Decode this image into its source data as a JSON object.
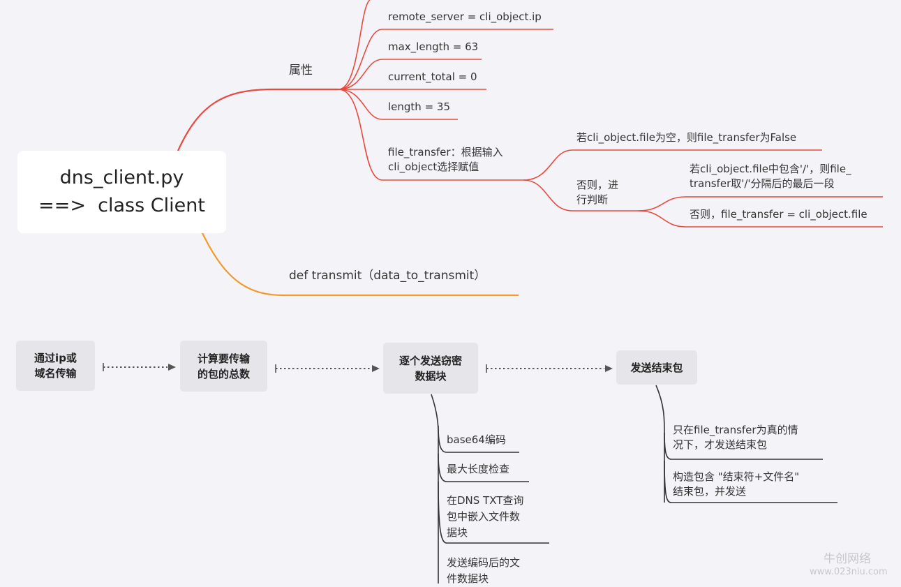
{
  "root": {
    "line1": "dns_client.py",
    "line2": "==>  class Client"
  },
  "branch_attrs": {
    "label": "属性"
  },
  "attrs": [
    "remote_server = cli_object.ip",
    "max_length = 63",
    "current_total = 0",
    "length = 35"
  ],
  "file_transfer": {
    "line1": "file_transfer：根据输入",
    "line2": "cli_object选择赋值"
  },
  "ft_children": {
    "empty": "若cli_object.file为空，则file_transfer为False",
    "else_line1": "否则，进",
    "else_line2": "行判断"
  },
  "ft_else_children": {
    "slash_line1": "若cli_object.file中包含'/'，则file_",
    "slash_line2": "transfer取'/'分隔后的最后一段",
    "otherwise": "否则，file_transfer = cli_object.file"
  },
  "branch_transmit": {
    "label": "def transmit（data_to_transmit）"
  },
  "flow": [
    {
      "line1": "通过ip或",
      "line2": "域名传输"
    },
    {
      "line1": "计算要传输",
      "line2": "的包的总数"
    },
    {
      "line1": "逐个发送窃密",
      "line2": "数据块"
    },
    {
      "line1": "发送结束包"
    }
  ],
  "send_chunks_steps": {
    "s1": "base64编码",
    "s2": "最大长度检查",
    "s3_line1": "在DNS TXT查询",
    "s3_line2": "包中嵌入文件数",
    "s3_line3": "据块",
    "s4_line1": "发送编码后的文",
    "s4_line2": "件数据块"
  },
  "end_packet_steps": {
    "e1_line1": "只在file_transfer为真的情",
    "e1_line2": "况下，才发送结束包",
    "e2_line1": "构造包含 \"结束符+文件名\"",
    "e2_line2": "结束包，并发送"
  },
  "watermark": {
    "line1": "牛创网络",
    "line2": "www.023niu.com"
  },
  "colors": {
    "background": "#f4f4f8",
    "branch_red": "#e84a3f",
    "branch_orange": "#f39a2b",
    "flow_line": "#555555",
    "flow_box": "#e6e6ea"
  }
}
